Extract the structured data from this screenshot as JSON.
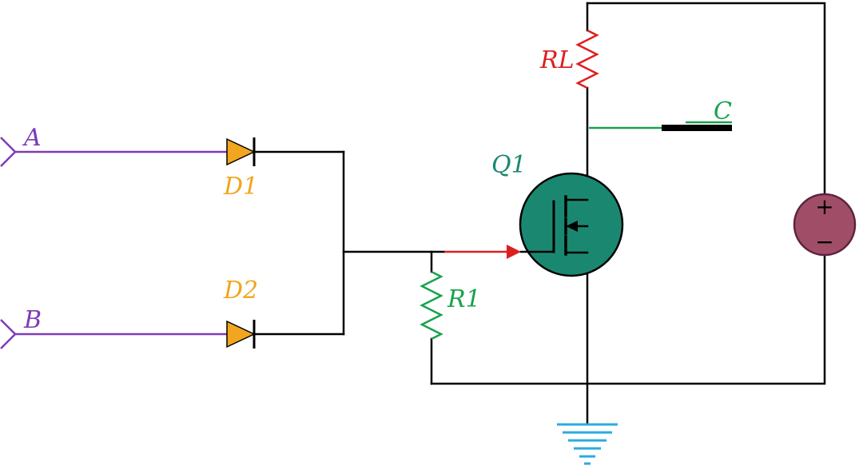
{
  "schematic": {
    "kind": "circuit-diagram",
    "components": {
      "input_a": {
        "label": "A"
      },
      "input_b": {
        "label": "B"
      },
      "diode_1": {
        "label": "D1"
      },
      "diode_2": {
        "label": "D2"
      },
      "resistor_r1": {
        "label": "R1"
      },
      "resistor_rl": {
        "label": "RL"
      },
      "mosfet_q1": {
        "label": "Q1"
      },
      "output_c": {
        "label": "C"
      },
      "dc_source": {
        "plus": "+",
        "minus": "−"
      }
    }
  },
  "colors": {
    "wire": "#000000",
    "input_purple": "#7d3cb8",
    "diode_orange": "#f2a51e",
    "mosfet_teal": "#1a8870",
    "load_red": "#de1f1f",
    "signal_green": "#18a24c",
    "dc_source_fill": "#a04e68",
    "dc_source_stroke": "#5e2340",
    "ground_cyan": "#29abe2"
  }
}
